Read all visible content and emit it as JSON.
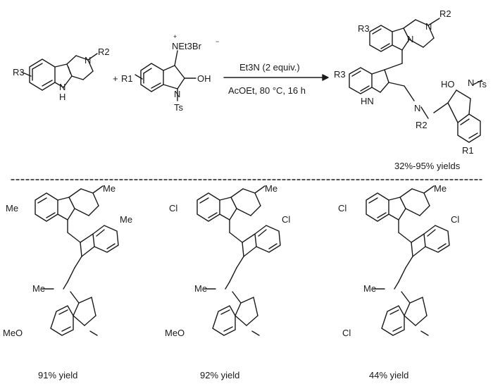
{
  "reaction": {
    "plus": "+",
    "conditions_line1": "Et3N (2 equiv.)",
    "conditions_line2": "AcOEt, 80 °C, 16 h",
    "yield_range": "32%-95% yields"
  },
  "reactant1": {
    "r3": "R3",
    "r2": "R2",
    "n": "N",
    "nh": "N",
    "h": "H"
  },
  "reactant2": {
    "plus_charge": "+",
    "nh_salt": "NEt3Br",
    "minus": "−",
    "r1": "R1",
    "oh": "OH",
    "n": "N",
    "ts": "Ts"
  },
  "product": {
    "r3a": "R3",
    "n1": "N",
    "n2": "N",
    "r2a": "R2",
    "r3b": "R3",
    "hn": "HN",
    "ho": "HO",
    "ts": "Ts",
    "n_amine": "N",
    "r2b": "R2",
    "n_ind": "N",
    "r1": "R1"
  },
  "examples": [
    {
      "yield": "91% yield",
      "sub_top": "Me",
      "sub_bot": "Me",
      "sub_ox": "MeO",
      "n_me": "Me",
      "me_amine": "Me"
    },
    {
      "yield": "92% yield",
      "sub_top": "Cl",
      "sub_bot": "Cl",
      "sub_ox": "MeO",
      "n_me": "Me",
      "me_amine": "Me"
    },
    {
      "yield": "44% yield",
      "sub_top": "Cl",
      "sub_bot": "Cl",
      "sub_ox": "Cl",
      "n_me": "Me",
      "me_amine": "Me"
    }
  ],
  "colors": {
    "ink": "#1a1a1a",
    "background": "#ffffff"
  }
}
